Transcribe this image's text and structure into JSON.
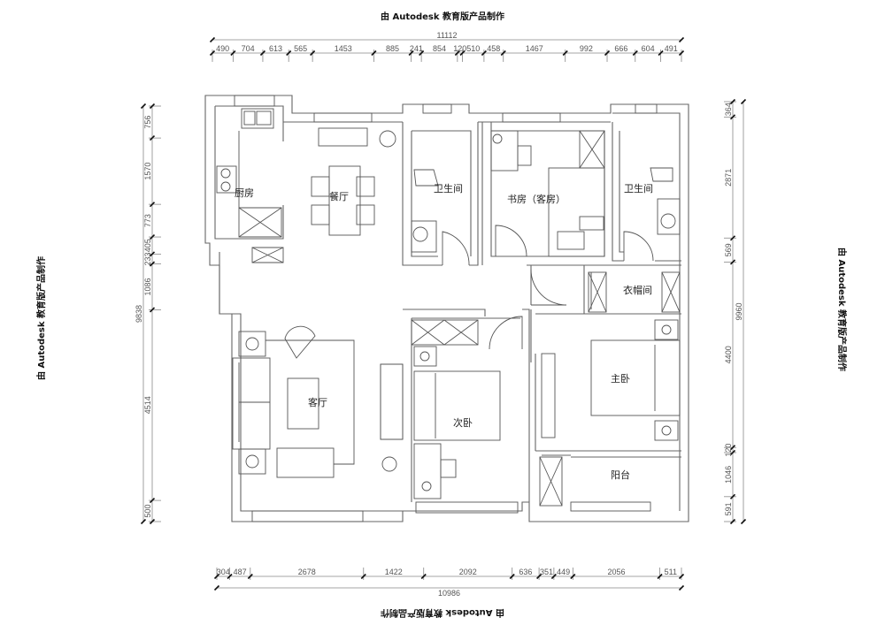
{
  "watermark": "由 Autodesk 教育版产品制作",
  "rooms": {
    "kitchen": "厨房",
    "dining": "餐厅",
    "bathroom_1": "卫生间",
    "study": "书房（客房）",
    "bathroom_2": "卫生间",
    "walk_in_closet": "衣帽间",
    "living": "客厅",
    "second_bedroom": "次卧",
    "master_bedroom": "主卧",
    "balcony": "阳台"
  },
  "dimensions": {
    "top": {
      "total": "11112",
      "segments": [
        490,
        704,
        613,
        565,
        1453,
        885,
        241,
        854,
        120,
        510,
        458,
        1467,
        992,
        666,
        604,
        491
      ]
    },
    "bottom": {
      "total": "10986",
      "segments": [
        304,
        487,
        2678,
        1422,
        2092,
        636,
        351,
        449,
        2056,
        511
      ]
    },
    "left": {
      "total": "9838",
      "segments": [
        756,
        1570,
        773,
        405,
        233,
        1086,
        4514,
        500
      ]
    },
    "right": {
      "total": "9960",
      "segments": [
        364,
        2871,
        569,
        4400,
        120,
        1046,
        591
      ]
    }
  }
}
